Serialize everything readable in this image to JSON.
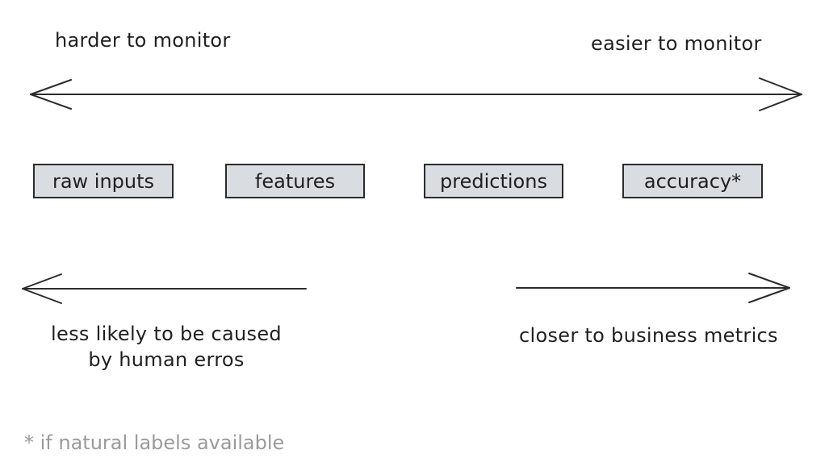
{
  "scale": {
    "left_label": "harder to monitor",
    "right_label": "easier to monitor"
  },
  "stages": [
    {
      "label": "raw inputs"
    },
    {
      "label": "features"
    },
    {
      "label": "predictions"
    },
    {
      "label": "accuracy*"
    }
  ],
  "left_note": {
    "line1": "less likely to be caused",
    "line2": "by human erros"
  },
  "right_note": {
    "text": "closer to business metrics"
  },
  "footnote": "* if natural labels available",
  "colors": {
    "box_fill": "#d9dde2",
    "stroke": "#2b2b2b",
    "footnote": "#9a9a9a"
  }
}
